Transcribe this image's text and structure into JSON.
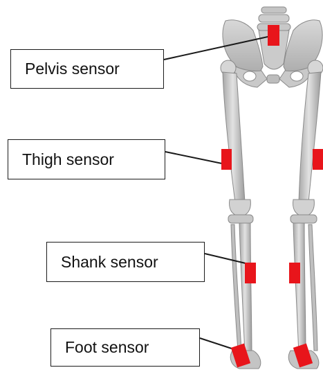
{
  "labels": {
    "pelvis": "Pelvis sensor",
    "thigh": "Thigh sensor",
    "shank": "Shank sensor",
    "foot": "Foot sensor"
  },
  "colors": {
    "sensor": "#e8151b",
    "bone": "#cfcfcf",
    "bone_shadow": "#9a9a9a",
    "line": "#1a1a1a"
  },
  "icons": {
    "skeleton": "lower-limb-skeleton-icon"
  }
}
